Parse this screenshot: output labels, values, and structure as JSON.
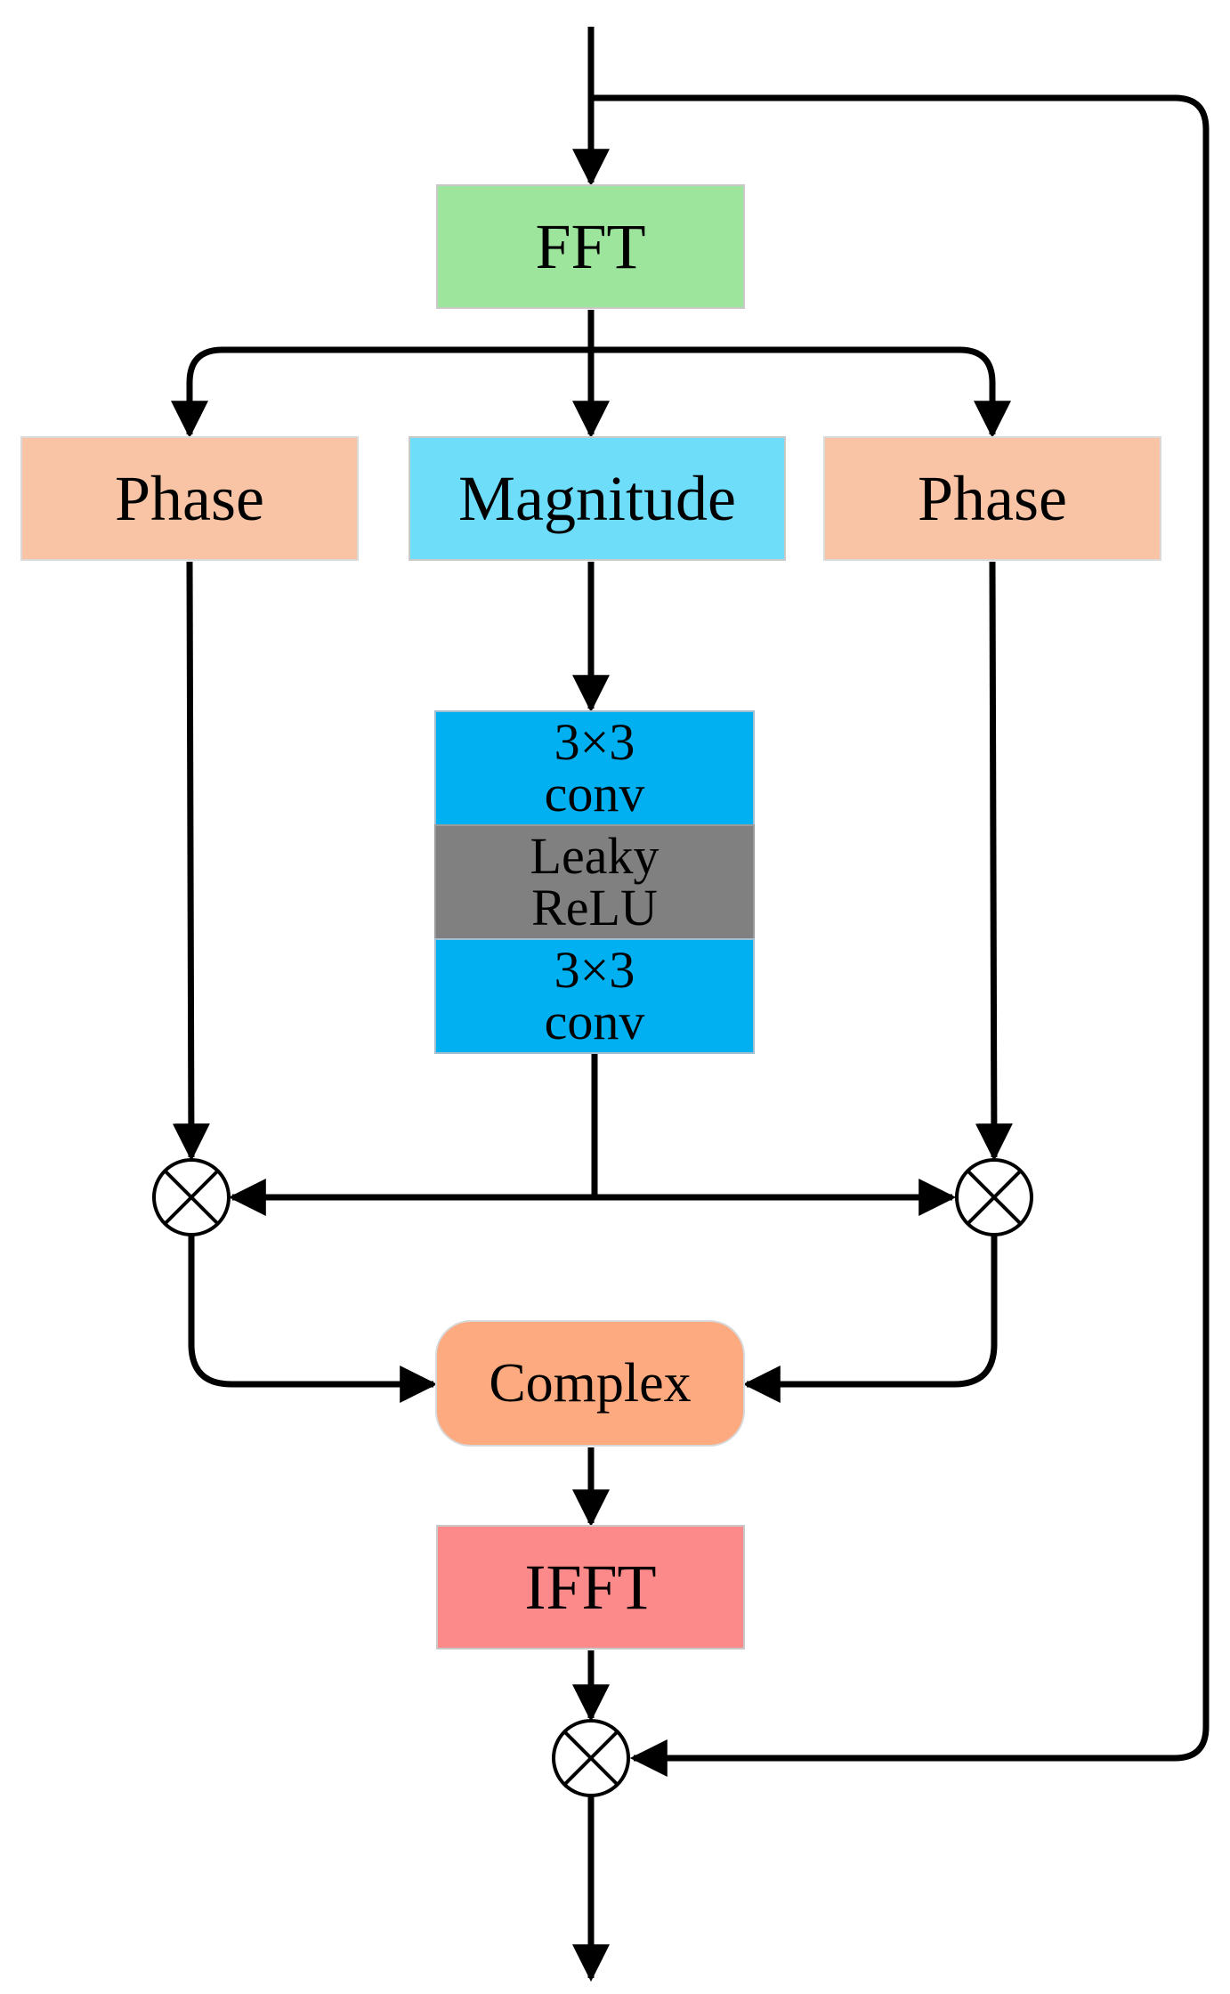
{
  "nodes": {
    "fft": "FFT",
    "phase_left": "Phase",
    "magnitude": "Magnitude",
    "phase_right": "Phase",
    "conv1": {
      "line1": "3×3",
      "line2": "conv"
    },
    "relu": {
      "line1": "Leaky",
      "line2": "ReLU"
    },
    "conv2": {
      "line1": "3×3",
      "line2": "conv"
    },
    "complex": "Complex",
    "ifft": "IFFT"
  },
  "operators": {
    "multiply_symbol": "⊗"
  },
  "colors": {
    "fft": "#9de59d",
    "phase": "#f9c4a6",
    "magnitude": "#6dddfa",
    "conv": "#00b0f0",
    "relu": "#808080",
    "complex": "#fdaa80",
    "ifft": "#fd8a8a",
    "line": "#000000"
  }
}
